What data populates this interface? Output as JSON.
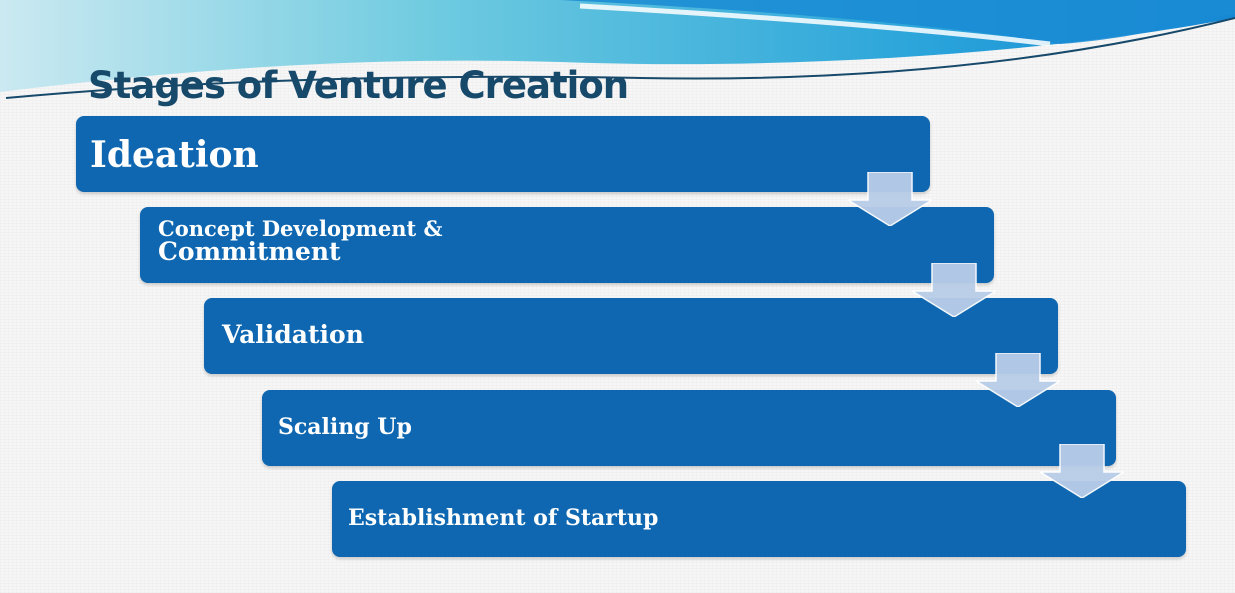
{
  "slide": {
    "title": "Stages of Venture Creation",
    "stages": [
      {
        "label": "Ideation"
      },
      {
        "label_line1": "Concept Development &",
        "label_line2": "Commitment"
      },
      {
        "label": "Validation"
      },
      {
        "label": "Scaling Up"
      },
      {
        "label": "Establishment of Startup"
      }
    ]
  },
  "colors": {
    "stage_fill": "#0e67b0",
    "arrow_fill": "#b9cde8",
    "title": "#17496b",
    "banner_light": "#5bc7de",
    "banner_dark": "#1f8bd2"
  }
}
